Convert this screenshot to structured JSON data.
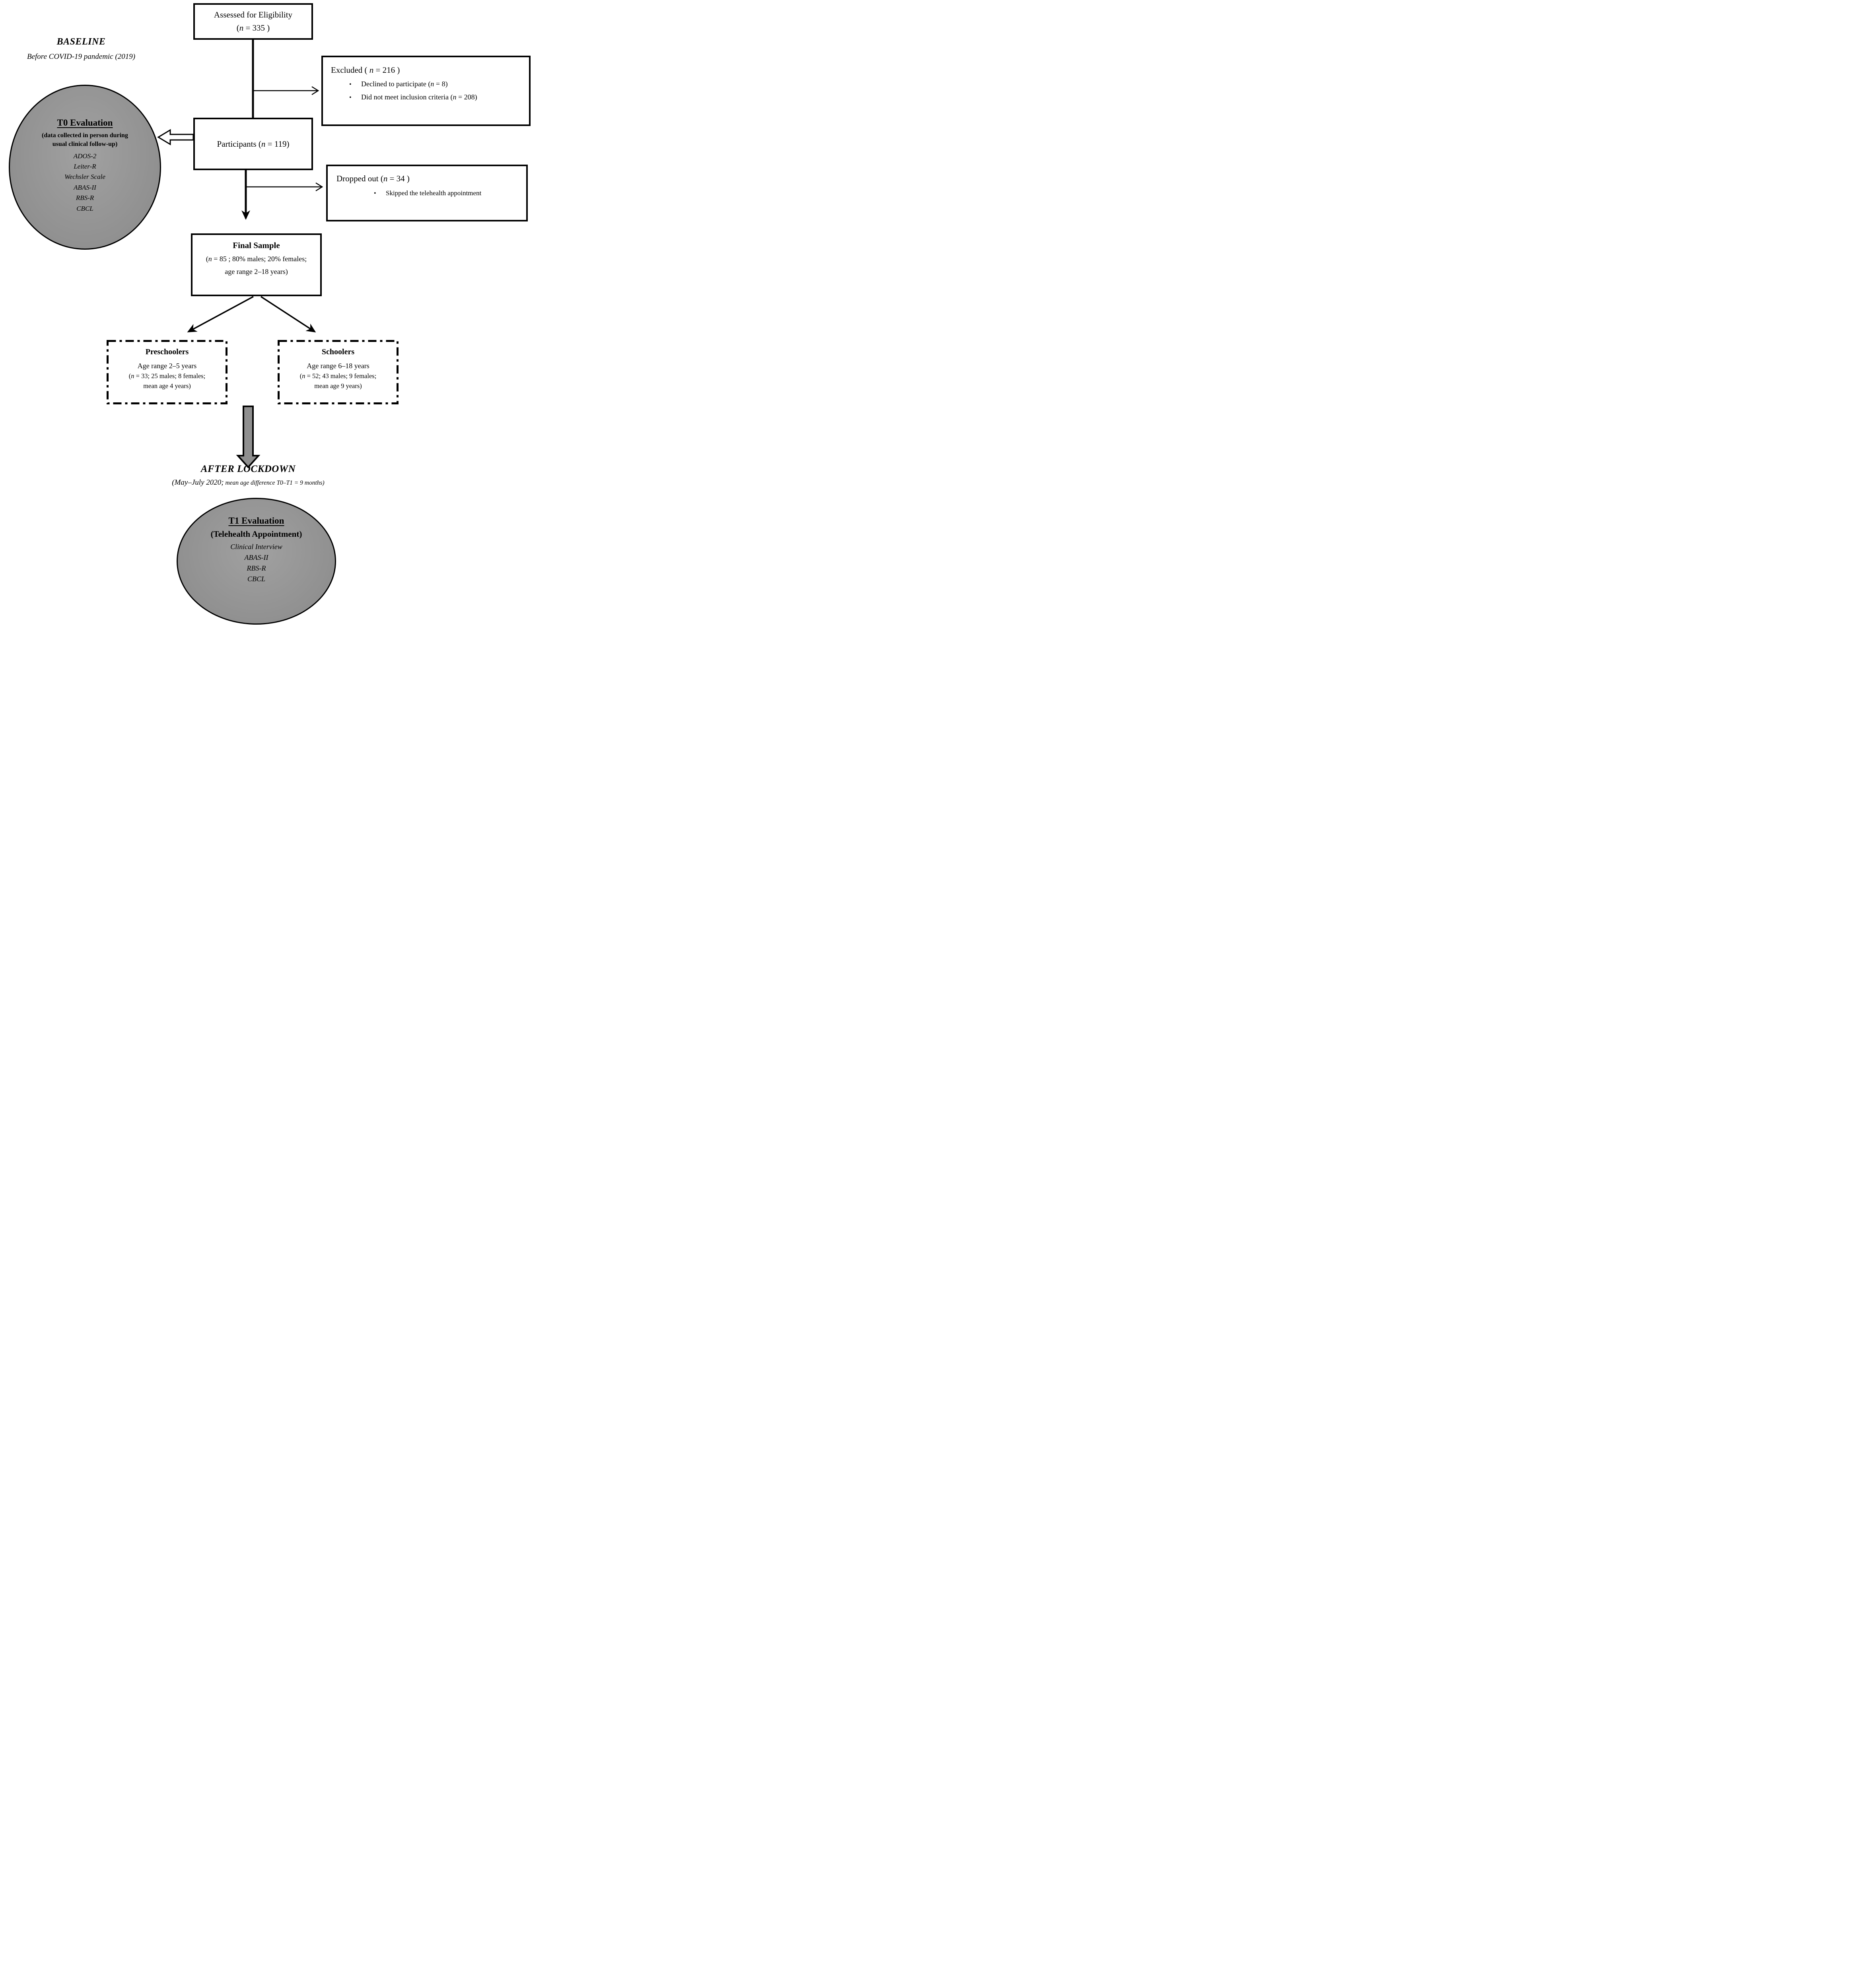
{
  "colors": {
    "shape_gray": "#949494",
    "arrow_gray": "#8f8f8f"
  },
  "glyphs": {
    "bullet": "•"
  },
  "baseline": {
    "title": "BASELINE",
    "subtitle": "Before COVID-19 pandemic (2019)"
  },
  "assessed": {
    "line1": "Assessed for Eligibility",
    "count": {
      "pre": "(",
      "n": "n",
      "post": " = 335 )"
    }
  },
  "excluded": {
    "title": {
      "pre": "Excluded ( ",
      "n": "n",
      "post": " = 216 )"
    },
    "bullets": [
      {
        "pre": "Declined to participate (",
        "n": "n",
        "post": " = 8)"
      },
      {
        "pre": "Did not meet inclusion criteria (",
        "n": "n",
        "post": " = 208)"
      }
    ]
  },
  "t0": {
    "title": "T0 Evaluation",
    "subtitle": "(data collected in person during usual clinical follow-up)",
    "items": [
      "ADOS-2",
      "Leiter-R",
      "Wechsler Scale",
      "ABAS-II",
      "RBS-R",
      "CBCL"
    ]
  },
  "participants": {
    "label": {
      "pre": "Participants (",
      "n": "n",
      "post": " = 119)"
    }
  },
  "dropped": {
    "title": {
      "pre": "Dropped out (",
      "n": "n",
      "post": " = 34 )"
    },
    "bullet": "Skipped the telehealth appointment"
  },
  "final": {
    "title": "Final Sample",
    "line2": {
      "pre": "(",
      "n": "n",
      "post": " = 85 ; 80% males; 20% females;"
    },
    "line3": "age range 2–18 years)"
  },
  "preschoolers": {
    "title": "Preschoolers",
    "line2": "Age range 2–5 years",
    "line3": {
      "pre": "(",
      "n": "n",
      "post": " = 33; 25 males; 8 females;"
    },
    "line4": "mean age 4 years)"
  },
  "schoolers": {
    "title": "Schoolers",
    "line2": "Age range 6–18 years",
    "line3": {
      "pre": "(",
      "n": "n",
      "post": " = 52; 43 males; 9 females;"
    },
    "line4": "mean age 9 years)"
  },
  "after": {
    "title": "AFTER LOCKDOWN",
    "subtitle_major": "(May–July 2020;",
    "subtitle_minor": " mean age difference T0–T1 = 9 months)"
  },
  "t1": {
    "title": "T1 Evaluation",
    "subtitle": "(Telehealth Appointment)",
    "items": [
      "Clinical Interview",
      "ABAS-II",
      "RBS-R",
      "CBCL"
    ]
  }
}
